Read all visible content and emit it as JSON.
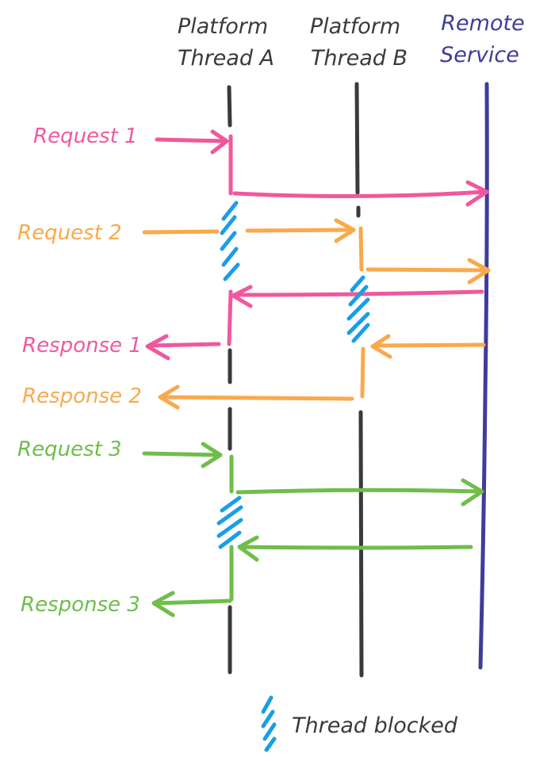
{
  "headers": {
    "thread_a_line1": "Platform",
    "thread_a_line2": "Thread A",
    "thread_b_line1": "Platform",
    "thread_b_line2": "Thread B",
    "remote_line1": "Remote",
    "remote_line2": "Service"
  },
  "labels": {
    "request_1": "Request 1",
    "request_2": "Request 2",
    "response_1": "Response 1",
    "response_2": "Response 2",
    "request_3": "Request 3",
    "response_3": "Response 3"
  },
  "legend": {
    "thread_blocked": "Thread blocked"
  },
  "colors": {
    "thread": "#3a3a3a",
    "remote": "#3f3c9a",
    "request_1": "#f0589e",
    "request_2": "#f9a94c",
    "request_3": "#6fbd4a",
    "blocked": "#1a9ee5"
  }
}
